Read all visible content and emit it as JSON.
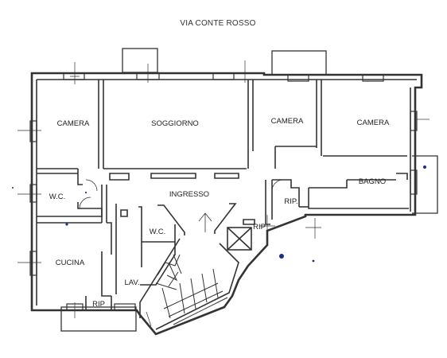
{
  "street": "VIA CONTE ROSSO",
  "rooms": {
    "camera_left": "CAMERA",
    "soggiorno": "SOGGIORNO",
    "camera_middle": "CAMERA",
    "camera_right": "CAMERA",
    "wc_left": "W.C.",
    "ingresso": "INGRESSO",
    "bagno": "BAGNO",
    "rip_right": "RIP.",
    "rip_stair": "RIP",
    "wc_center": "W.C.",
    "cucina": "CUCINA",
    "lav": "LAV.",
    "rip_bottom": "RIP"
  },
  "colors": {
    "ink": "#333333",
    "paper": "#ffffff",
    "marks": "#1a2e8a"
  }
}
